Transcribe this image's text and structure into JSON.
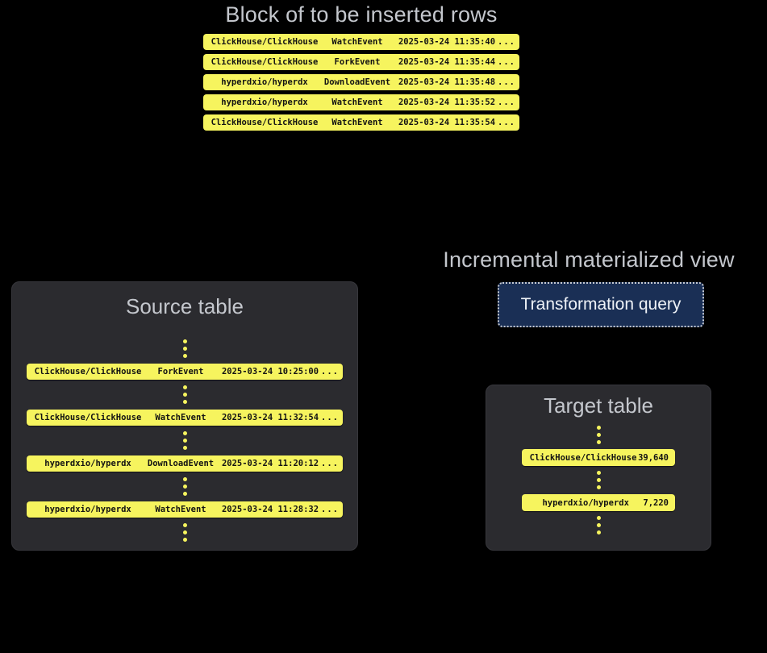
{
  "colors": {
    "background": "#000000",
    "panel_background": "#2b2b2f",
    "row_yellow": "#f6f45e",
    "row_text": "#131313",
    "title_gray": "#c4c7cd",
    "button_background": "#1a2f55",
    "button_border": "#c6cad2",
    "button_text": "#eef2f7"
  },
  "insert_block": {
    "title": "Block of to be inserted rows",
    "rows": [
      {
        "repo": "ClickHouse/ClickHouse",
        "event": "WatchEvent",
        "timestamp": "2025-03-24 11:35:40",
        "more": "..."
      },
      {
        "repo": "ClickHouse/ClickHouse",
        "event": "ForkEvent",
        "timestamp": "2025-03-24 11:35:44",
        "more": "..."
      },
      {
        "repo": "hyperdxio/hyperdx",
        "event": "DownloadEvent",
        "timestamp": "2025-03-24 11:35:48",
        "more": "..."
      },
      {
        "repo": "hyperdxio/hyperdx",
        "event": "WatchEvent",
        "timestamp": "2025-03-24 11:35:52",
        "more": "..."
      },
      {
        "repo": "ClickHouse/ClickHouse",
        "event": "WatchEvent",
        "timestamp": "2025-03-24 11:35:54",
        "more": "..."
      }
    ]
  },
  "source_table": {
    "title": "Source table",
    "rows": [
      {
        "repo": "ClickHouse/ClickHouse",
        "event": "ForkEvent",
        "timestamp": "2025-03-24 10:25:00",
        "more": "..."
      },
      {
        "repo": "ClickHouse/ClickHouse",
        "event": "WatchEvent",
        "timestamp": "2025-03-24 11:32:54",
        "more": "..."
      },
      {
        "repo": "hyperdxio/hyperdx",
        "event": "DownloadEvent",
        "timestamp": "2025-03-24 11:20:12",
        "more": "..."
      },
      {
        "repo": "hyperdxio/hyperdx",
        "event": "WatchEvent",
        "timestamp": "2025-03-24 11:28:32",
        "more": "..."
      }
    ]
  },
  "materialized_view": {
    "title": "Incremental materialized view",
    "button_label": "Transformation query"
  },
  "target_table": {
    "title": "Target table",
    "rows": [
      {
        "repo": "ClickHouse/ClickHouse",
        "count": "39,640"
      },
      {
        "repo": "hyperdxio/hyperdx",
        "count": "7,220"
      }
    ]
  }
}
